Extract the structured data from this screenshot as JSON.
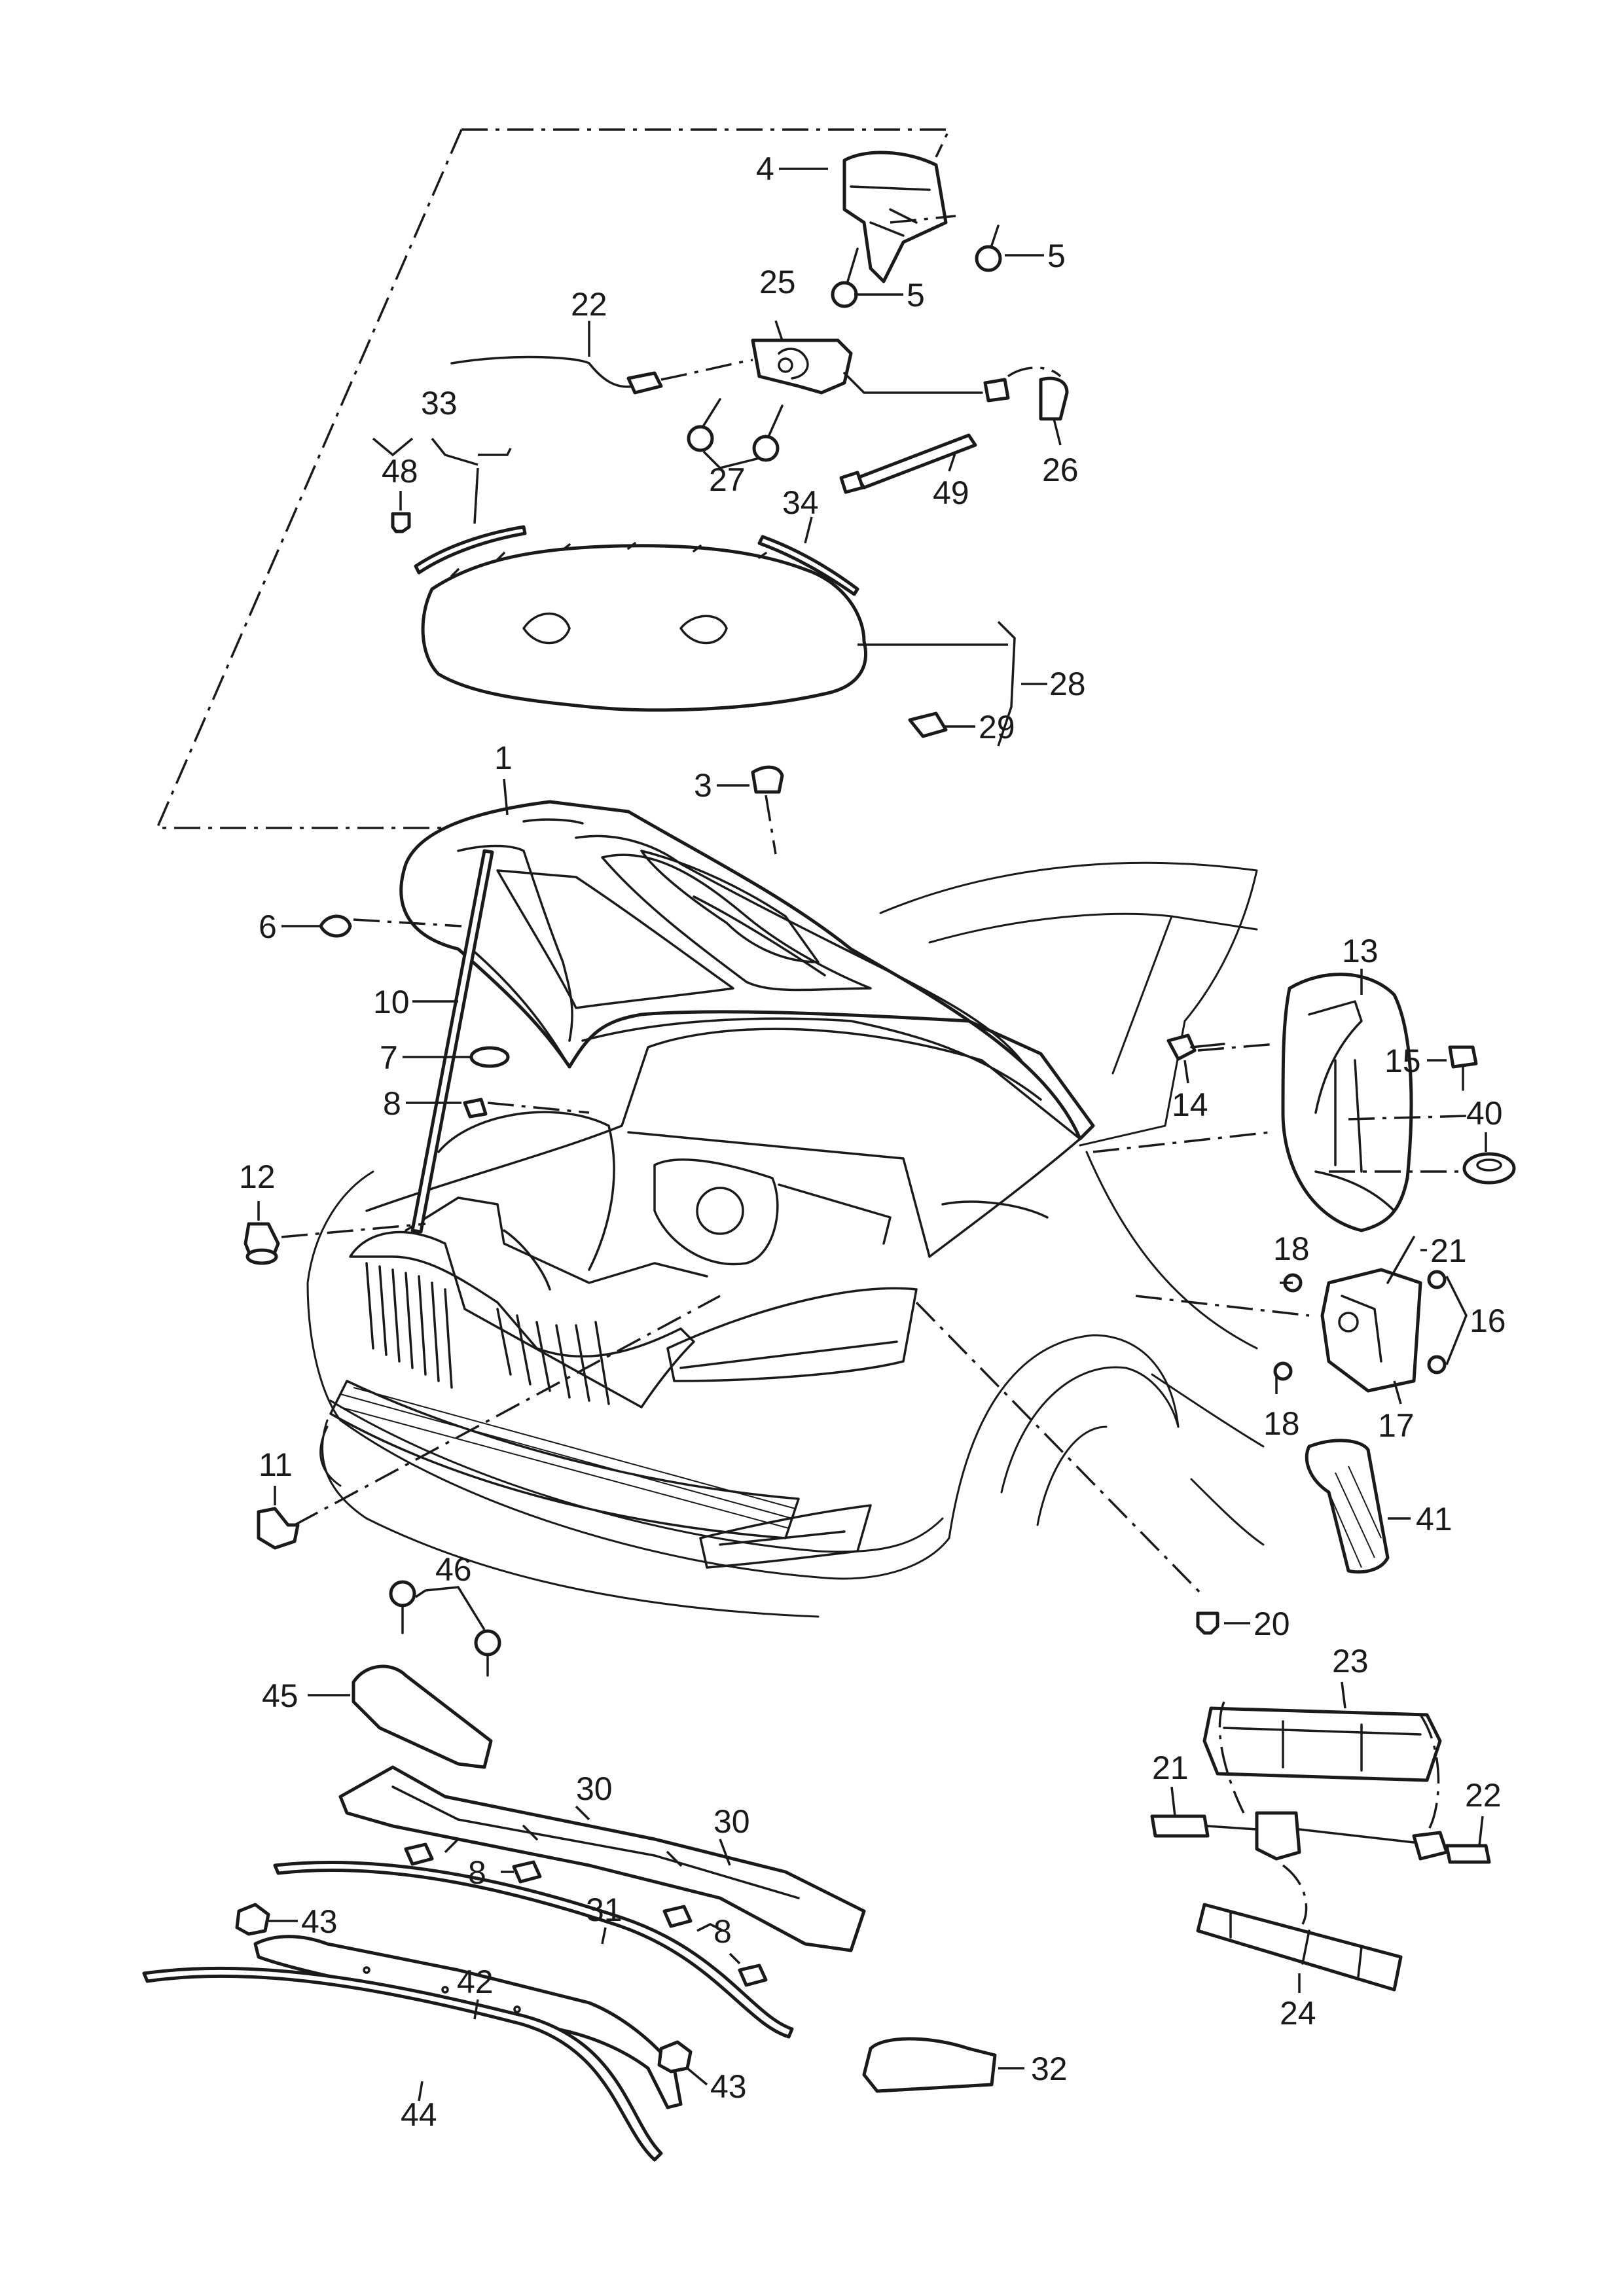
{
  "diagram": {
    "callouts": {
      "c1": "1",
      "c3": "3",
      "c4": "4",
      "c5a": "5",
      "c5b": "5",
      "c6": "6",
      "c7": "7",
      "c8a": "8",
      "c8b": "8",
      "c8c": "8",
      "c10": "10",
      "c11": "11",
      "c12": "12",
      "c13": "13",
      "c14": "14",
      "c15": "15",
      "c16": "16",
      "c17": "17",
      "c18a": "18",
      "c18b": "18",
      "c20": "20",
      "c21a": "21",
      "c21b": "21",
      "c22a": "22",
      "c22b": "22",
      "c23": "23",
      "c24": "24",
      "c25": "25",
      "c26": "26",
      "c27": "27",
      "c28": "28",
      "c29": "29",
      "c30a": "30",
      "c30b": "30",
      "c31": "31",
      "c32": "32",
      "c33": "33",
      "c34": "34",
      "c40": "40",
      "c41": "41",
      "c42": "42",
      "c43a": "43",
      "c43b": "43",
      "c44": "44",
      "c45": "45",
      "c46": "46",
      "c48": "48",
      "c49": "49"
    }
  }
}
